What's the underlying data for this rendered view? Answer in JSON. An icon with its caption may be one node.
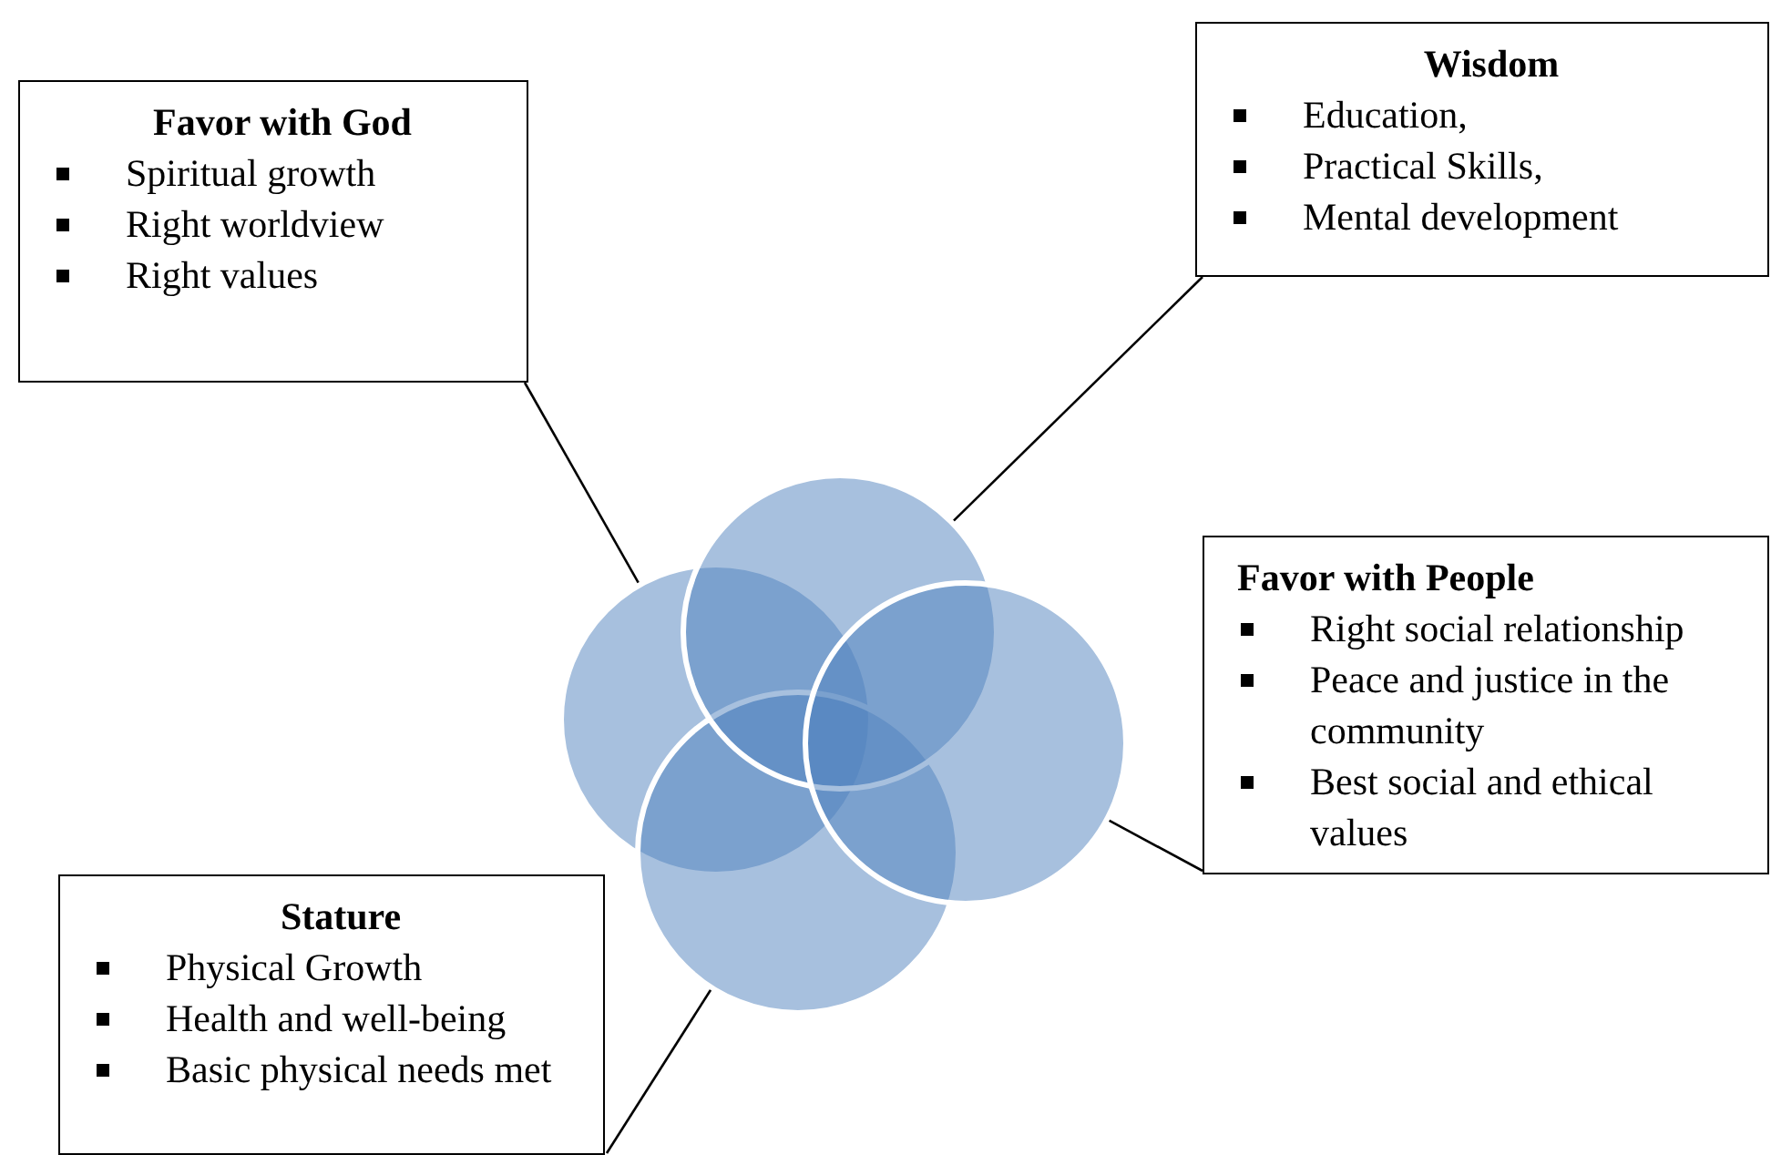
{
  "diagram": {
    "nodes": [
      {
        "text": [
          "Favor with God",
          "Spiritual growth",
          "Right worldview",
          "Right values"
        ]
      },
      {
        "text": [
          "Wisdom",
          "Education,",
          "Practical Skills,",
          "Mental development"
        ]
      },
      {
        "text": [
          "Favor with People",
          "Right social relationship",
          "Peace and justice in the community",
          "Best social and ethical values"
        ]
      },
      {
        "text": [
          "Stature",
          "Physical Growth",
          "Health and well-being",
          "Basic physical needs met"
        ]
      },
      {
        "text": [],
        "shape": "circle"
      },
      {
        "text": [],
        "shape": "circle"
      },
      {
        "text": [],
        "shape": "circle"
      },
      {
        "text": [],
        "shape": "circle"
      }
    ],
    "edges": [
      {
        "from": 0,
        "to": 4,
        "arrow": "none"
      },
      {
        "from": 1,
        "to": 6,
        "arrow": "none"
      },
      {
        "from": 2,
        "to": 7,
        "arrow": "none"
      },
      {
        "from": 3,
        "to": 5,
        "arrow": "none"
      }
    ]
  }
}
